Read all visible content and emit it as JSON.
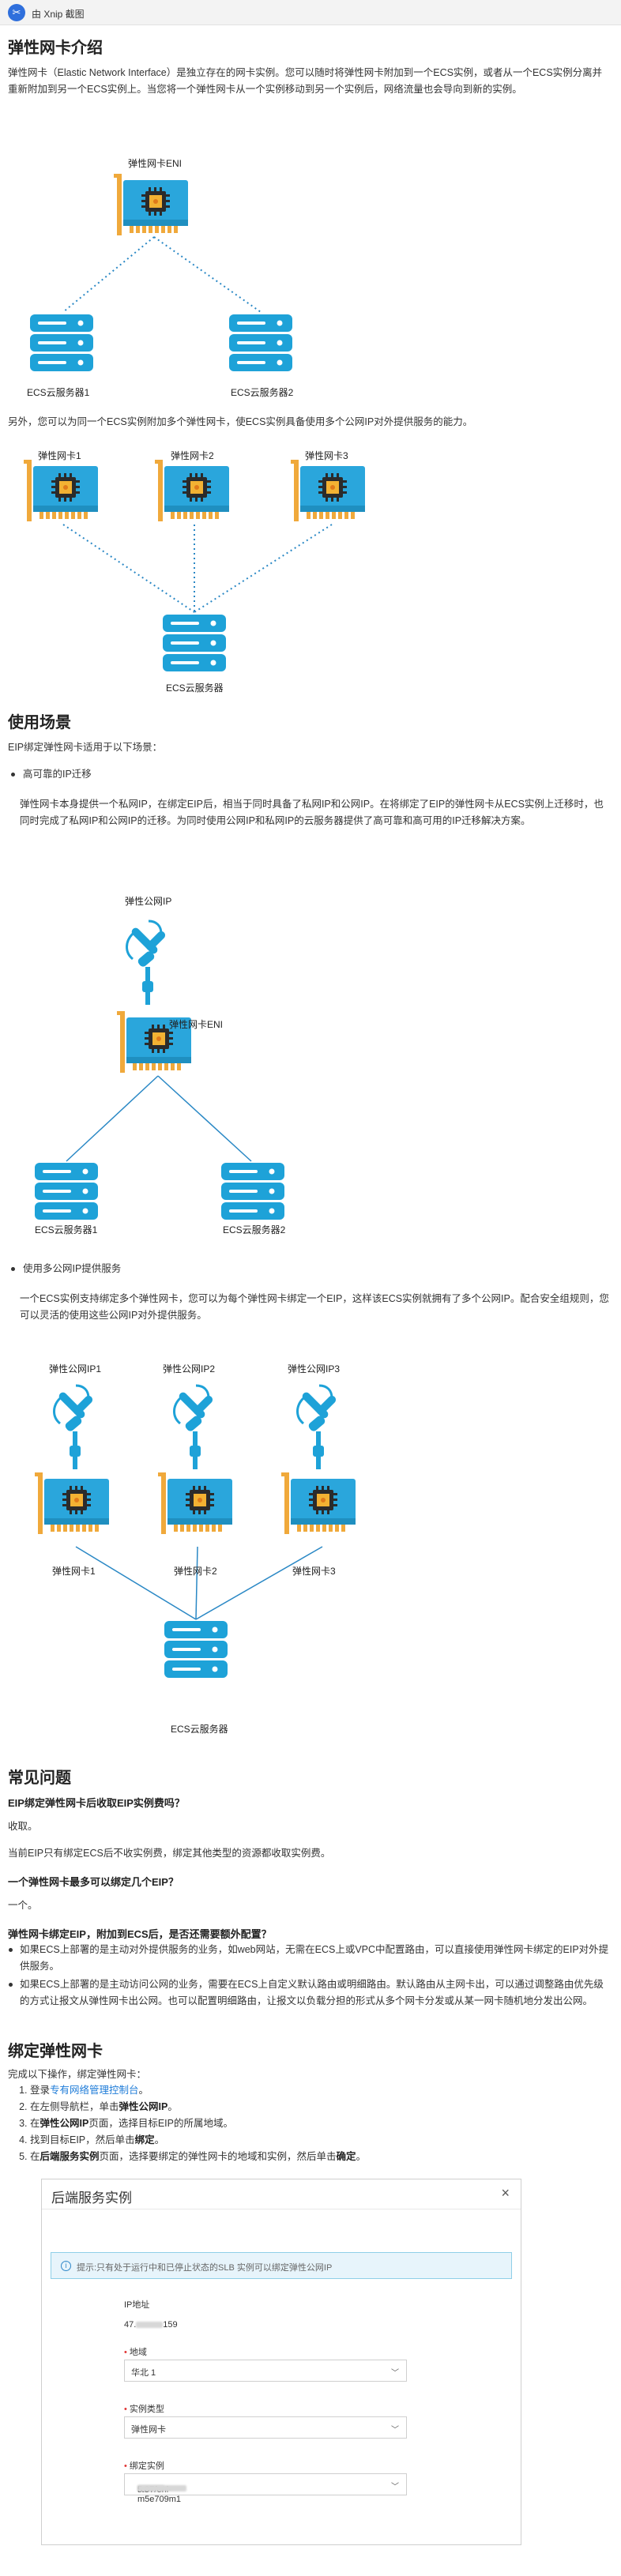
{
  "app": {
    "title": "由 Xnip 截图"
  },
  "sec1": {
    "title": "弹性网卡介绍",
    "intro": "弹性网卡（Elastic Network Interface）是独立存在的网卡实例。您可以随时将弹性网卡附加到一个ECS实例，或者从一个ECS实例分离并重新附加到另一个ECS实例上。当您将一个弹性网卡从一个实例移动到另一个实例后，网络流量也会导向到新的实例。",
    "d1_nic": "弹性网卡ENI",
    "d1_s1": "ECS云服务器1",
    "d1_s2": "ECS云服务器2",
    "para2": "另外，您可以为同一个ECS实例附加多个弹性网卡，使ECS实例具备使用多个公网IP对外提供服务的能力。",
    "d2_n1": "弹性网卡1",
    "d2_n2": "弹性网卡2",
    "d2_n3": "弹性网卡3",
    "d2_srv": "ECS云服务器"
  },
  "sec2": {
    "title": "使用场景",
    "lead": "EIP绑定弹性网卡适用于以下场景：",
    "b1": "高可靠的IP迁移",
    "b1_text": "弹性网卡本身提供一个私网IP，在绑定EIP后，相当于同时具备了私网IP和公网IP。在将绑定了EIP的弹性网卡从ECS实例上迁移时，也同时完成了私网IP和公网IP的迁移。为同时使用公网IP和私网IP的云服务器提供了高可靠和高可用的IP迁移解决方案。",
    "d3_eip": "弹性公网IP",
    "d3_nic": "弹性网卡ENI",
    "d3_s1": "ECS云服务器1",
    "d3_s2": "ECS云服务器2",
    "b2": "使用多公网IP提供服务",
    "b2_text": "一个ECS实例支持绑定多个弹性网卡，您可以为每个弹性网卡绑定一个EIP，这样该ECS实例就拥有了多个公网IP。配合安全组规则，您可以灵活的使用这些公网IP对外提供服务。",
    "d4_e1": "弹性公网IP1",
    "d4_e2": "弹性公网IP2",
    "d4_e3": "弹性公网IP3",
    "d4_n1": "弹性网卡1",
    "d4_n2": "弹性网卡2",
    "d4_n3": "弹性网卡3",
    "d4_srv": "ECS云服务器"
  },
  "sec3": {
    "title": "常见问题",
    "q1": "EIP绑定弹性网卡后收取EIP实例费吗？",
    "a1a": "收取。",
    "a1b": "当前EIP只有绑定ECS后不收实例费，绑定其他类型的资源都收取实例费。",
    "q2": "一个弹性网卡最多可以绑定几个EIP？",
    "a2": "一个。",
    "q3": "弹性网卡绑定EIP，附加到ECS后，是否还需要额外配置？",
    "a3a": "如果ECS上部署的是主动对外提供服务的业务，如web网站，无需在ECS上或VPC中配置路由，可以直接使用弹性网卡绑定的EIP对外提供服务。",
    "a3b": "如果ECS上部署的是主动访问公网的业务，需要在ECS上自定义默认路由或明细路由。默认路由从主网卡出，可以通过调整路由优先级的方式让报文从弹性网卡出公网。也可以配置明细路由，让报文以负载分担的形式从多个网卡分发或从某一网卡随机地分发出公网。"
  },
  "sec4": {
    "title": "绑定弹性网卡",
    "lead": "完成以下操作，绑定弹性网卡：",
    "s1_pre": "登录",
    "s1_link": "专有网络管理控制台",
    "s1_post": "。",
    "s2_pre": "在左侧导航栏，单击",
    "s2_b": "弹性公网IP",
    "s2_post": "。",
    "s3_pre": "在",
    "s3_b": "弹性公网IP",
    "s3_post": "页面，选择目标EIP的所属地域。",
    "s4_pre": "找到目标EIP，然后单击",
    "s4_b": "绑定",
    "s4_post": "。",
    "s5_pre": "在",
    "s5_b": "后端服务实例",
    "s5_mid": "页面，选择要绑定的弹性网卡的地域和实例，然后单击",
    "s5_b2": "确定",
    "s5_post": "。"
  },
  "dialog": {
    "title": "后端服务实例",
    "close": "×",
    "tip": "提示:只有处于运行中和已停止状态的SLB 实例可以绑定弹性公网IP",
    "ip_label": "IP地址",
    "ip_prefix": "47.",
    "ip_suffix": "159",
    "region_label": "地域",
    "region_value": "华北 1",
    "type_label": "实例类型",
    "type_value": "弹性网卡",
    "inst_label": "绑定实例",
    "inst_prefix": "He",
    "inst_mid": "5.07/eni-m5e709m1"
  },
  "colors": {
    "accent": "#1f7cd8",
    "nic_blue": "#2aa6dc",
    "board_gold": "#f0a93b",
    "server_blue": "#1ea2d8"
  }
}
